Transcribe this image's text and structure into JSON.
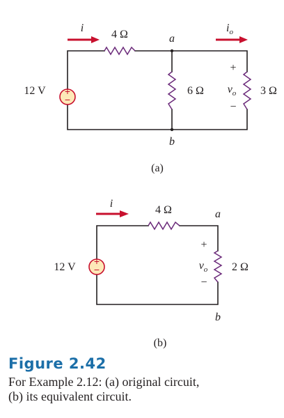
{
  "circuit_a": {
    "current_label": "i",
    "resistor_series": "4 Ω",
    "node_top": "a",
    "node_bottom": "b",
    "resistor_shunt": "6 Ω",
    "source_label": "12 V",
    "current_out_label": "i",
    "current_out_sub": "o",
    "voltage_label": "v",
    "voltage_sub": "o",
    "plus": "+",
    "minus": "−",
    "resistor_load": "3 Ω",
    "sublabel": "(a)"
  },
  "circuit_b": {
    "current_label": "i",
    "resistor_series": "4 Ω",
    "node_top": "a",
    "node_bottom": "b",
    "source_label": "12 V",
    "voltage_label": "v",
    "voltage_sub": "o",
    "plus": "+",
    "minus": "−",
    "resistor_load": "2 Ω",
    "sublabel": "(b)"
  },
  "source_signs": {
    "plus": "+",
    "minus": "−"
  },
  "figure": {
    "title": "Figure 2.42",
    "caption_line1": "For Example 2.12: (a) original circuit,",
    "caption_line2": "(b) its equivalent circuit."
  },
  "colors": {
    "arrow": "#c8102e",
    "resistor": "#6b2a7a",
    "source_fill": "#fde9b8",
    "figure_title": "#1c6fa8"
  }
}
